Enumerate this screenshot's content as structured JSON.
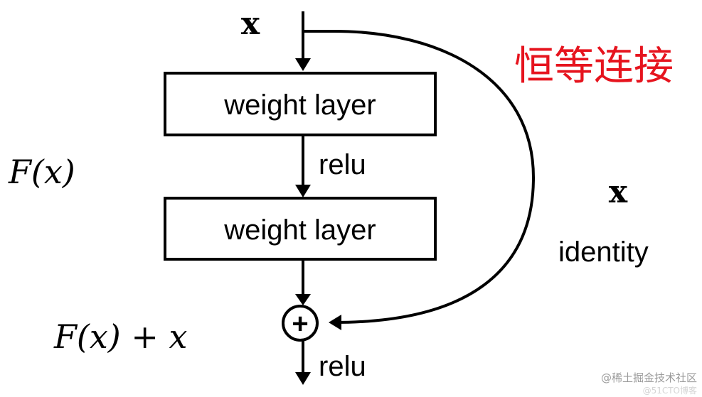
{
  "diagram": {
    "input_label": "x",
    "layers": [
      {
        "label": "weight layer"
      },
      {
        "label": "weight layer"
      }
    ],
    "activation_between": "relu",
    "activation_output": "relu",
    "residual_label": "F(x)",
    "output_label": "F(x) + x",
    "adder_symbol": "+",
    "shortcut": {
      "annotation_cn": "恒等连接",
      "symbol": "x",
      "name": "identity"
    },
    "colors": {
      "line": "#000000",
      "annotation": "#e6141e",
      "watermark": "#9a9a9a"
    }
  },
  "watermark": {
    "text": "@稀土掘金技术社区",
    "faint_text": "@51CTO博客"
  }
}
